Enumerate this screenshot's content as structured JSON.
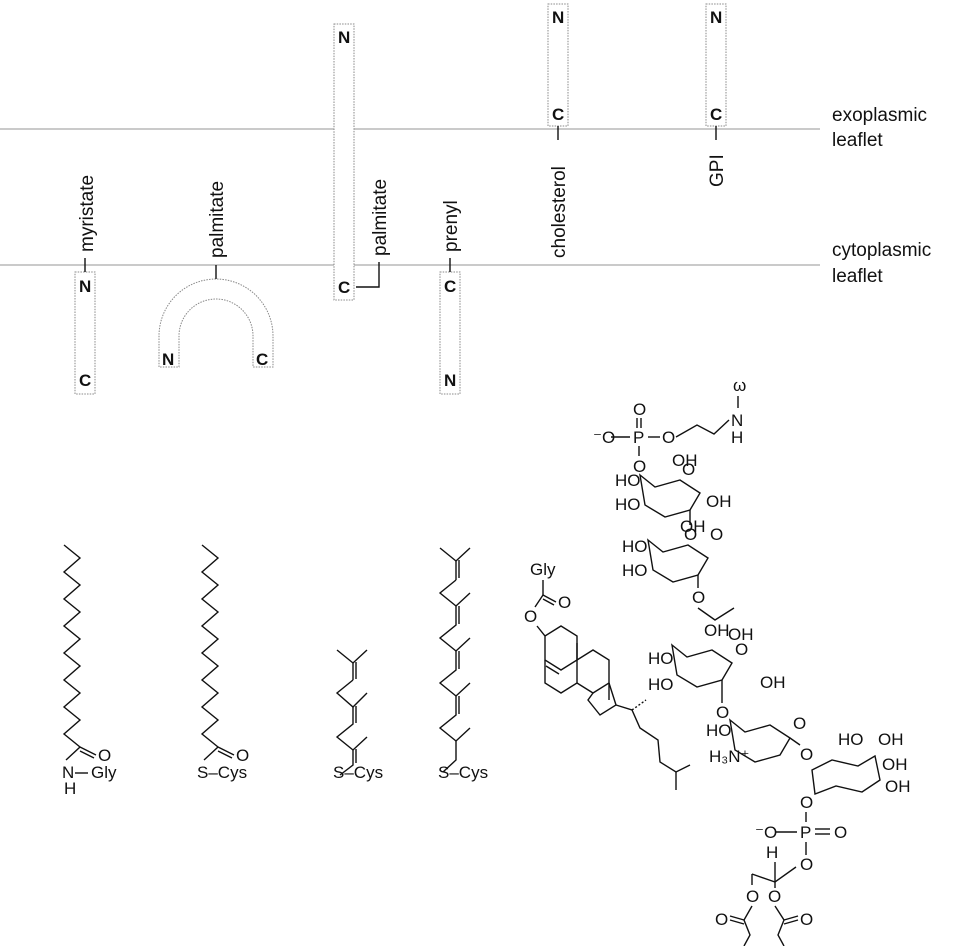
{
  "membrane": {
    "exoplasmic_label": "exoplasmic",
    "exoplasmic_label2": "leaflet",
    "cytoplasmic_label": "cytoplasmic",
    "cytoplasmic_label2": "leaflet"
  },
  "anchors": {
    "myristate": "myristate",
    "palmitate_hairpin": "palmitate",
    "palmitate_tm": "palmitate",
    "prenyl": "prenyl",
    "cholesterol": "cholesterol",
    "gpi": "GPI"
  },
  "termini": {
    "n": "N",
    "c": "C"
  },
  "structures": {
    "myristoyl_link": "Gly",
    "myristoyl_nh": "N",
    "myristoyl_h": "H",
    "oxygen": "O",
    "palmitoyl_link": "S–Cys",
    "farnesyl_link": "S–Cys",
    "geranylgeranyl_link": "S–Cys",
    "cholesterol_link": "Gly",
    "gpi_omega": "ω",
    "gpi_n": "N",
    "gpi_h": "H",
    "phosphate_o_minus": "⁻O",
    "phosphate_p": "P",
    "hydroxyl": "OH",
    "hydroxyl_left": "HO",
    "ammonium": "H₃N⁺",
    "glycerol_h": "H"
  }
}
